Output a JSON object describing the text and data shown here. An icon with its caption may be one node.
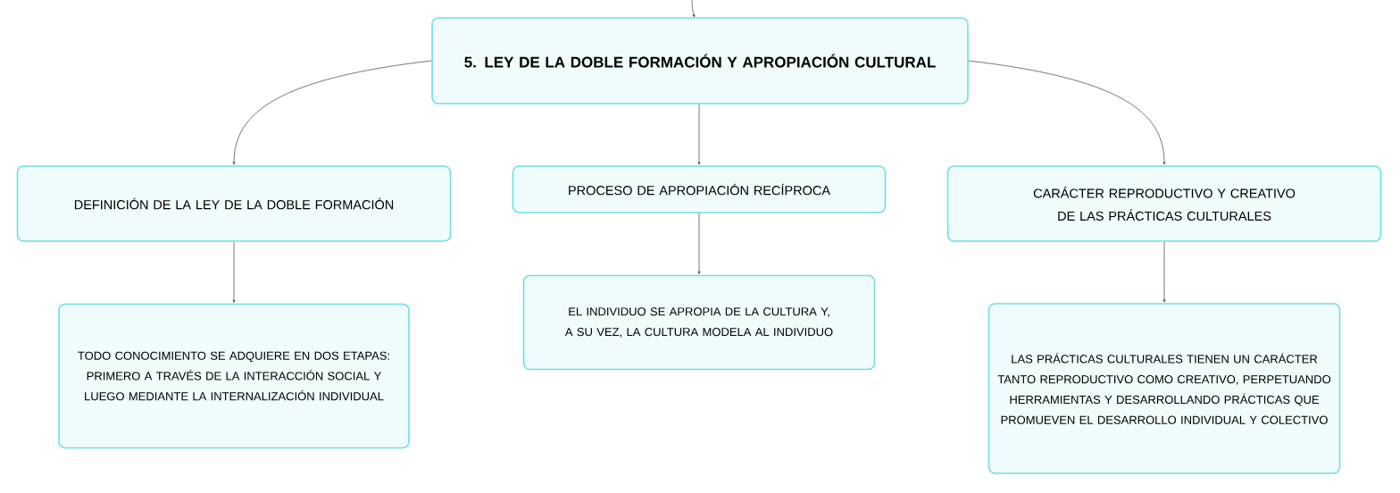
{
  "diagram": {
    "nodes": [
      {
        "text": [
          "5. LEY DE LA DOBLE FORMACIÓN Y APROPIACIÓN CULTURAL"
        ]
      },
      {
        "text": [
          "DEFINICIÓN DE LA LEY DE LA DOBLE FORMACIÓN"
        ]
      },
      {
        "text": [
          "PROCESO DE APROPIACIÓN RECÍPROCA"
        ]
      },
      {
        "text": [
          "CARÁCTER REPRODUCTIVO Y CREATIVO DE LAS PRÁCTICAS CULTURALES"
        ]
      },
      {
        "text": [
          "TODO CONOCIMIENTO SE ADQUIERE EN DOS ETAPAS: PRIMERO A TRAVÉS DE LA INTERACCIÓN SOCIAL Y LUEGO MEDIANTE LA INTERNALIZACIÓN INDIVIDUAL"
        ]
      },
      {
        "text": [
          "EL INDIVIDUO SE APROPIA DE LA CULTURA Y, A SU VEZ, LA CULTURA MODELA AL INDIVIDUO"
        ]
      },
      {
        "text": [
          "LAS PRÁCTICAS CULTURALES TIENEN UN CARÁCTER TANTO REPRODUCTIVO COMO CREATIVO, PERPETUANDO HERRAMIENTAS Y DESARROLLANDO PRÁCTICAS QUE PROMUEVEN EL DESARROLLO INDIVIDUAL Y COLECTIVO"
        ]
      }
    ],
    "edges": [
      {
        "from": null,
        "to": 0,
        "arrow": "to"
      },
      {
        "from": 0,
        "to": 1,
        "arrow": "to"
      },
      {
        "from": 0,
        "to": 2,
        "arrow": "to"
      },
      {
        "from": 0,
        "to": 3,
        "arrow": "to"
      },
      {
        "from": 1,
        "to": 4,
        "arrow": "to"
      },
      {
        "from": 2,
        "to": 5,
        "arrow": "to"
      },
      {
        "from": 3,
        "to": 6,
        "arrow": "to"
      }
    ]
  }
}
